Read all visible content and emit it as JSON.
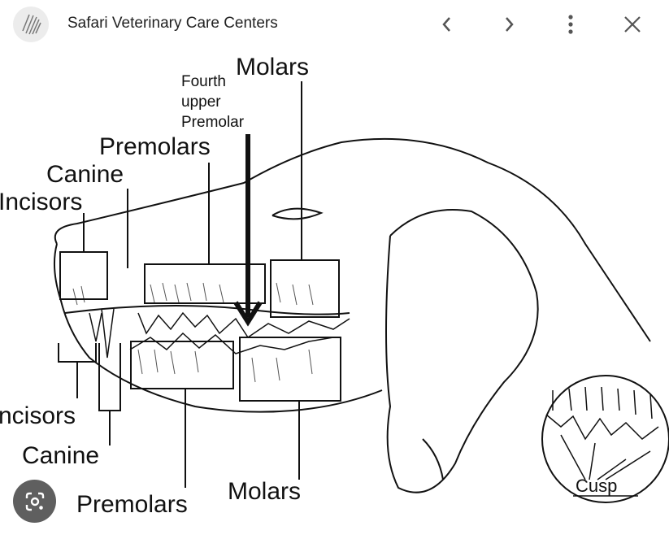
{
  "header": {
    "source_title": "Safari Veterinary Care Centers",
    "icons": [
      "source-logo-icon",
      "chevron-left-icon",
      "chevron-right-icon",
      "more-vert-icon",
      "close-icon"
    ]
  },
  "diagram": {
    "labels": {
      "molars_top": "Molars",
      "fourth_upper_premolar": [
        "Fourth",
        "upper",
        "Premolar"
      ],
      "premolars_top": "Premolars",
      "canine_top": "Canine",
      "incisors_top": "Incisors",
      "incisors_bottom": "ncisors",
      "canine_bottom": "Canine",
      "premolars_bottom": "Premolars",
      "molars_bottom": "Molars",
      "cusp": "Cusp"
    }
  },
  "lens_button": {
    "icon": "google-lens-icon"
  }
}
